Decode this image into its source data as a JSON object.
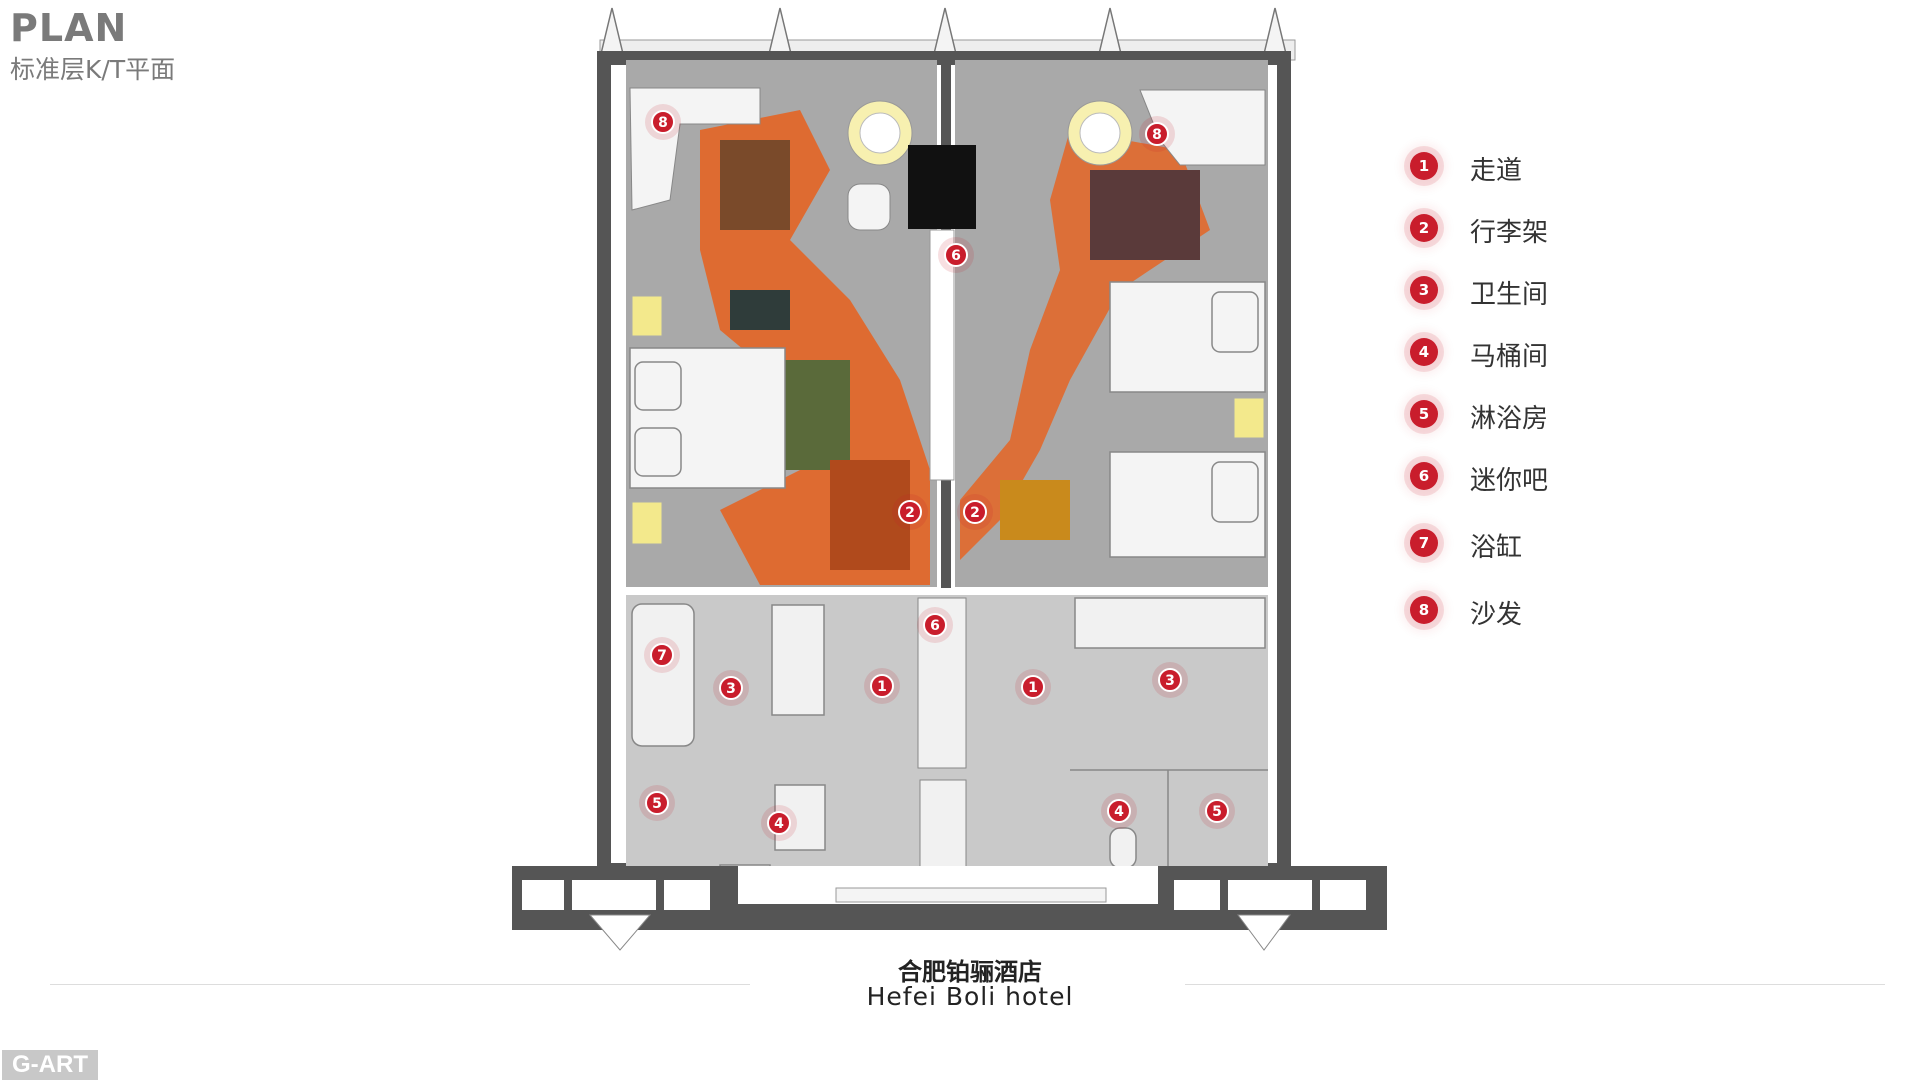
{
  "header": {
    "title": "PLAN",
    "subtitle": "标准层K/T平面"
  },
  "legend": [
    {
      "num": "1",
      "label": "走道"
    },
    {
      "num": "2",
      "label": "行李架"
    },
    {
      "num": "3",
      "label": "卫生间"
    },
    {
      "num": "4",
      "label": "马桶间"
    },
    {
      "num": "5",
      "label": "淋浴房"
    },
    {
      "num": "6",
      "label": "迷你吧"
    },
    {
      "num": "7",
      "label": "浴缸"
    },
    {
      "num": "8",
      "label": "沙发"
    }
  ],
  "plan_markers": [
    "8",
    "8",
    "6",
    "2",
    "2",
    "6",
    "7",
    "3",
    "1",
    "1",
    "3",
    "5",
    "4",
    "4",
    "5"
  ],
  "caption": {
    "zh": "合肥铂骊酒店",
    "en": "Hefei Boli  hotel"
  },
  "logo": "G-ART",
  "colors": {
    "marker": "#c91d2c",
    "wall": "#555555",
    "floor": "#bdbdbd",
    "carpet_orange": "#e8601c"
  }
}
